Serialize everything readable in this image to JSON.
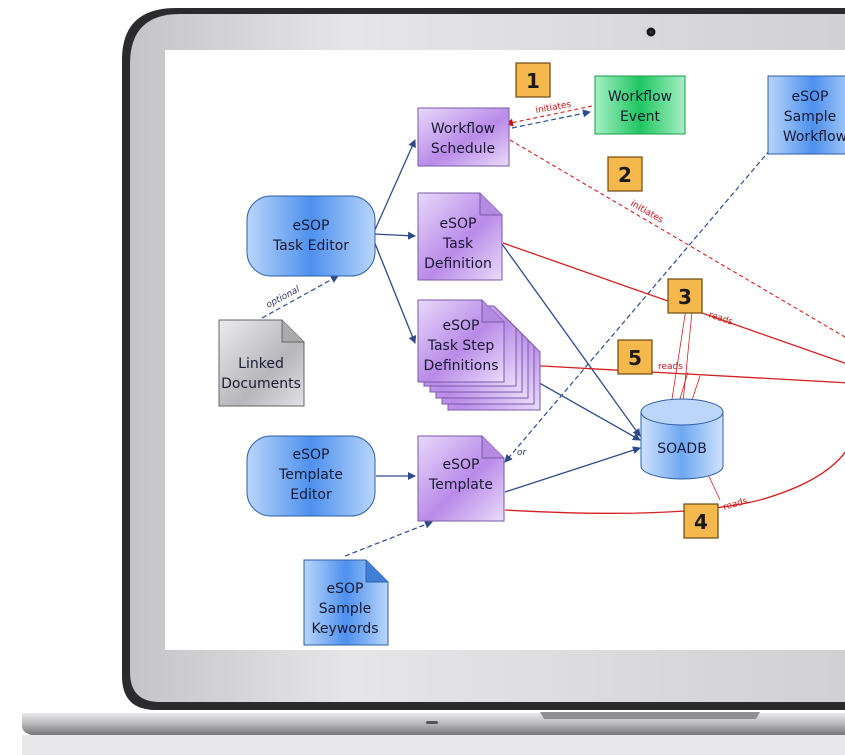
{
  "nodes": {
    "workflow_schedule": [
      "Workflow",
      "Schedule"
    ],
    "workflow_event": [
      "Workflow",
      "Event"
    ],
    "sample_workflow": [
      "eSOP",
      "Sample",
      "Workflow"
    ],
    "task_editor": [
      "eSOP",
      "Task Editor"
    ],
    "task_definition": [
      "eSOP",
      "Task",
      "Definition"
    ],
    "task_step_definitions": [
      "eSOP",
      "Task Step",
      "Definitions"
    ],
    "linked_documents": [
      "Linked",
      "Documents"
    ],
    "template_editor": [
      "eSOP",
      "Template",
      "Editor"
    ],
    "template": [
      "eSOP",
      "Template"
    ],
    "soadb": "SOADB",
    "sample_keywords": [
      "eSOP",
      "Sample",
      "Keywords"
    ]
  },
  "edge_labels": {
    "initiates_1": "initiates",
    "initiates_2": "initiates",
    "reads_3": "reads",
    "reads_5": "reads",
    "reads_4": "reads",
    "optional": "optional",
    "or": "or"
  },
  "callouts": [
    "1",
    "2",
    "3",
    "4",
    "5"
  ],
  "colors": {
    "flow_arrow": "#2e4a8a",
    "reads_line": "#d42020",
    "callout_fill": "#f5b84c",
    "purple_doc": "#c9a6ee",
    "blue_node": "#5c9ff0",
    "green_node": "#3fd77a",
    "gray_doc": "#c8c8cc"
  }
}
